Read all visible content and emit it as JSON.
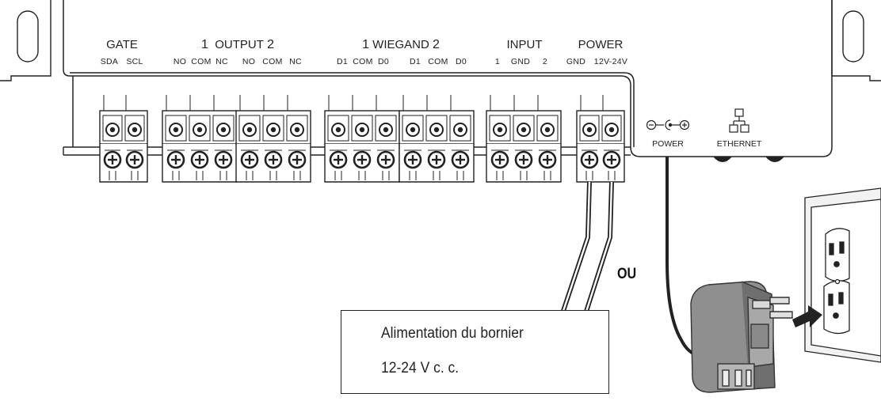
{
  "terminal_groups": [
    {
      "id": "gate",
      "label": "GATE",
      "pins": [
        "SDA",
        "SCL"
      ]
    },
    {
      "id": "output",
      "label": "OUTPUT",
      "num_left": "1",
      "num_right": "2",
      "pins": [
        "NO",
        "COM",
        "NC",
        "NO",
        "COM",
        "NC"
      ]
    },
    {
      "id": "wiegand",
      "label": "WIEGAND",
      "num_left": "1",
      "num_right": "2",
      "pins": [
        "D1",
        "COM",
        "D0",
        "D1",
        "COM",
        "D0"
      ]
    },
    {
      "id": "input",
      "label": "INPUT",
      "pins": [
        "1",
        "GND",
        "2"
      ]
    },
    {
      "id": "power",
      "label": "POWER",
      "pins": [
        "GND",
        "12V-24V"
      ]
    }
  ],
  "side_ports": {
    "power": "POWER",
    "ethernet": "ETHERNET"
  },
  "or_label": "OU",
  "callout": {
    "line1": "Alimentation du bornier",
    "line2": "12-24 V c. c."
  },
  "colors": {
    "line": "#222222",
    "housing": "#ffffff",
    "adapter": "#8a8a8a",
    "terminal": "#ffffff"
  }
}
